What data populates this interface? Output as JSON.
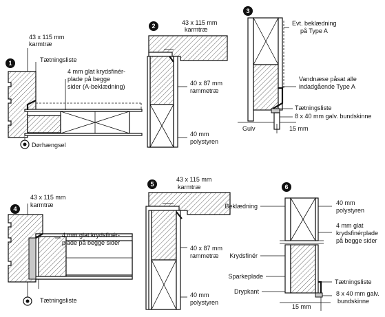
{
  "details": [
    {
      "number": "1",
      "labels": {
        "frame": "43 x 115 mm\nkarmtræ",
        "seal": "Tætningsliste",
        "plywood": "4 mm glat krydsfinér-\nplade på begge\nsider (A-beklædning)",
        "hinge": "Dørhængsel"
      }
    },
    {
      "number": "2",
      "labels": {
        "frame": "43 x 115 mm\nkarmtræ",
        "rail": "40 x 87 mm\nrammetræ",
        "insulation": "40 mm\npolystyren"
      }
    },
    {
      "number": "3",
      "labels": {
        "cladding": "Evt. beklædning\npå Type A",
        "drip": "Vandnæse påsat alle\nindadgående Type A",
        "seal": "Tætningsliste",
        "rail": "8 x 40 mm galv. bundskinne",
        "floor": "Gulv",
        "gap": "15 mm"
      }
    },
    {
      "number": "4",
      "labels": {
        "frame": "43 x 115 mm\nkarmtræ",
        "plywood": "4 mm glat krydsfinér-\nplade på begge sider",
        "seal": "Tætningsliste"
      }
    },
    {
      "number": "5",
      "labels": {
        "frame": "43 x 115 mm\nkarmtræ",
        "rail": "40 x 87 mm\nrammetræ",
        "insulation": "40 mm\npolystyren"
      }
    },
    {
      "number": "6",
      "labels": {
        "cladding": "Beklædning",
        "insulation": "40 mm\npolystyren",
        "plywood_thin": "4 mm glat\nkrydsfinérplade\npå begge sider",
        "plywood": "Krydsfinér",
        "seal": "Tætningsliste",
        "sparkeplade": "Sparkeplade",
        "rail": "8 x 40 mm galv.\nbundskinne",
        "drip": "Drypkant",
        "gap": "15 mm"
      }
    }
  ]
}
